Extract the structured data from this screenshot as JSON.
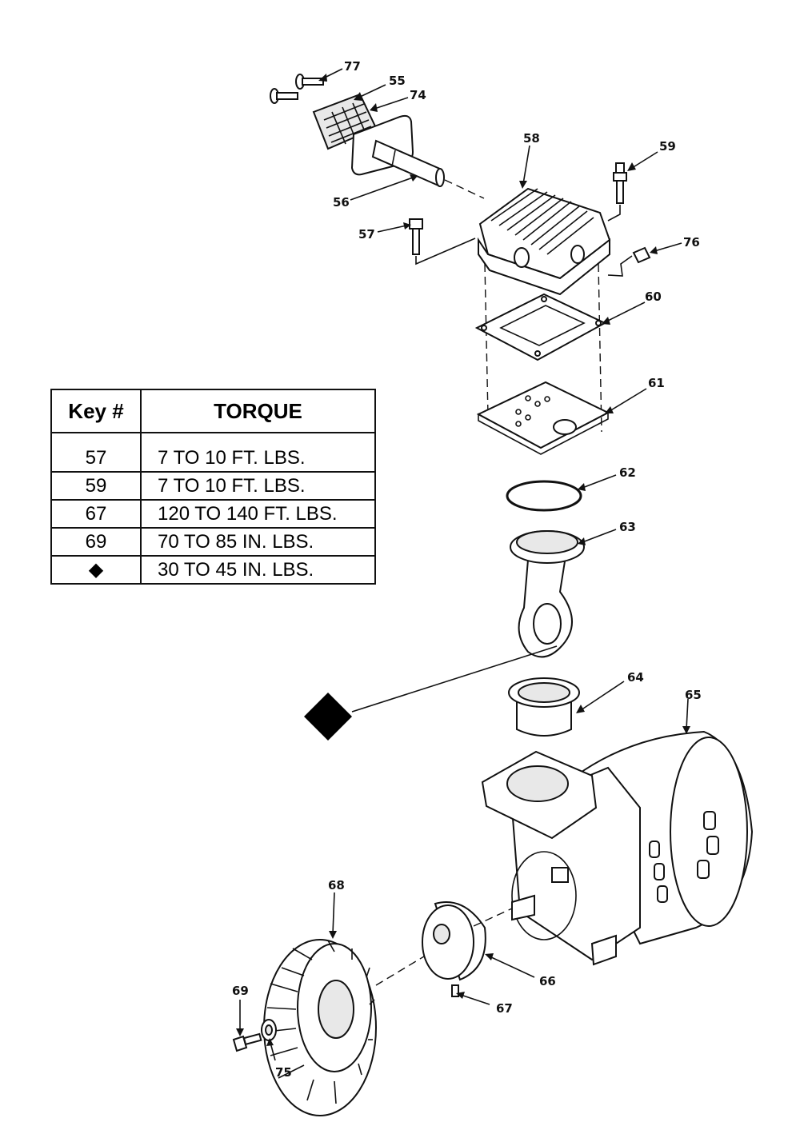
{
  "callouts": {
    "c77": "77",
    "c55": "55",
    "c74": "74",
    "c58": "58",
    "c59": "59",
    "c56": "56",
    "c57": "57",
    "c76": "76",
    "c60": "60",
    "c61": "61",
    "c62": "62",
    "c63": "63",
    "c64": "64",
    "c65": "65",
    "c68": "68",
    "c66": "66",
    "c69": "69",
    "c67": "67",
    "c75": "75"
  },
  "table": {
    "header_key": "Key #",
    "header_torque": "TORQUE",
    "rows": [
      {
        "key": "57",
        "torque": "7 TO 10 FT. LBS."
      },
      {
        "key": "59",
        "torque": "7 TO 10 FT. LBS."
      },
      {
        "key": "67",
        "torque": "120 TO 140 FT. LBS."
      },
      {
        "key": "69",
        "torque": "70 TO 85 IN. LBS."
      },
      {
        "key": "◆",
        "torque": "30 TO 45 IN. LBS."
      }
    ]
  }
}
